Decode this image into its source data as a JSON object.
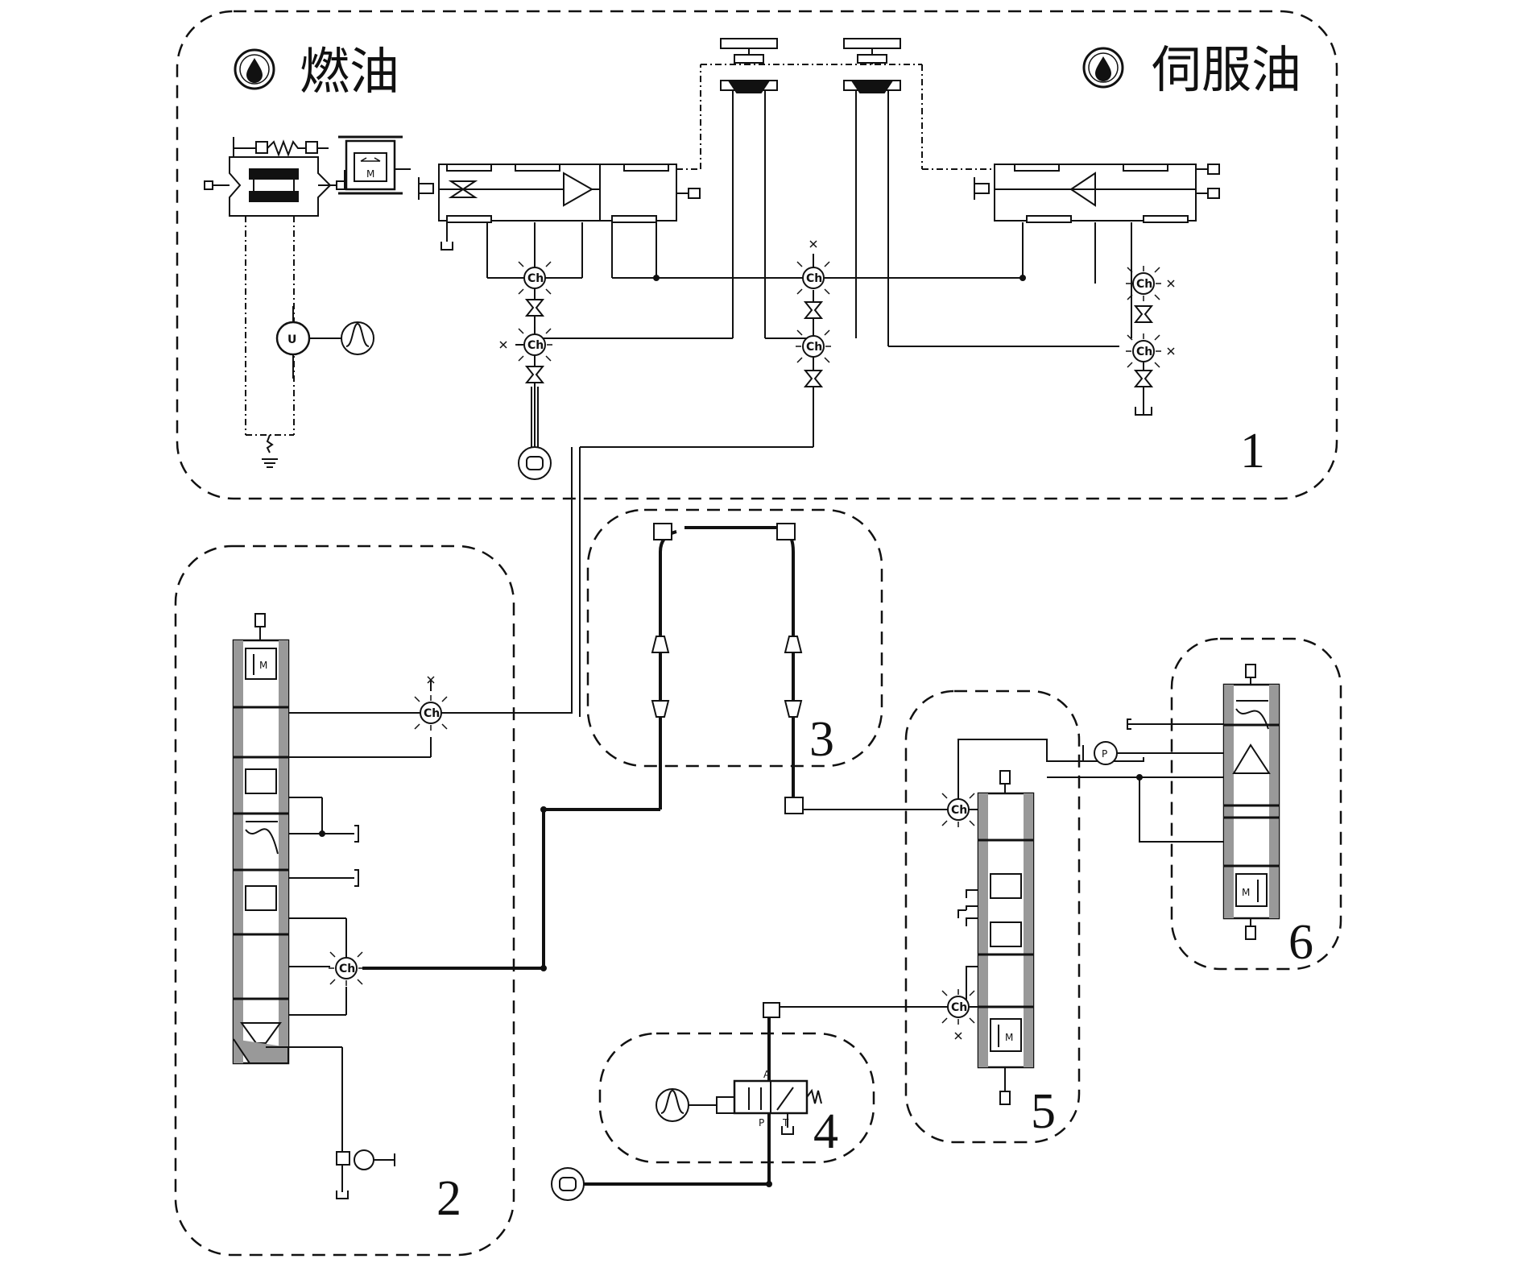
{
  "labels": {
    "fuel": "燃油",
    "servo_oil": "伺服油"
  },
  "regions": [
    {
      "number": "1"
    },
    {
      "number": "2"
    },
    {
      "number": "3"
    },
    {
      "number": "4"
    },
    {
      "number": "5"
    },
    {
      "number": "6"
    }
  ],
  "symbols": {
    "chamber": "Ch",
    "voltage": "U",
    "pressure": "P",
    "mass": "M",
    "port_a": "A",
    "port_p": "P",
    "port_t": "T"
  }
}
